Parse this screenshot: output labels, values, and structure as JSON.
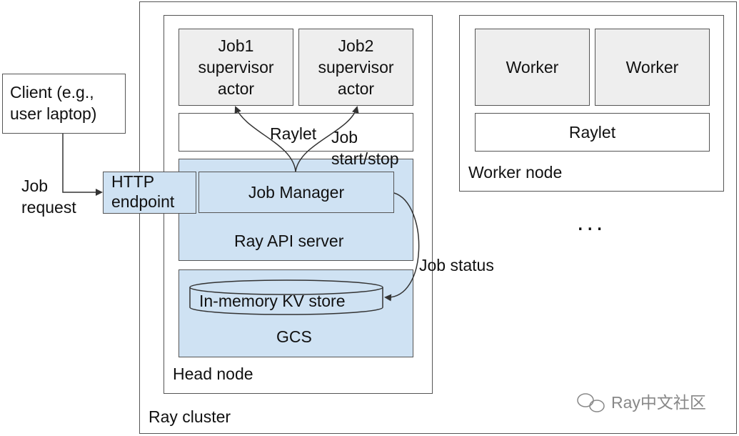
{
  "client": {
    "label": "Client (e.g.,\nuser laptop)"
  },
  "job_request": {
    "label": "Job\nrequest"
  },
  "http_endpoint": {
    "label": "HTTP\nendpoint"
  },
  "ray_cluster": {
    "label": "Ray cluster"
  },
  "head_node": {
    "label": "Head node",
    "job1_actor": "Job1\nsupervisor\nactor",
    "job2_actor": "Job2\nsupervisor\nactor",
    "raylet": "Raylet",
    "job_manager": "Job Manager",
    "api_server": "Ray API server",
    "kv_store": "In-memory KV store",
    "gcs": "GCS"
  },
  "worker_node": {
    "label": "Worker node",
    "worker1": "Worker",
    "worker2": "Worker",
    "raylet": "Raylet"
  },
  "ellipsis": "...",
  "edges": {
    "job_start_stop": "Job\nstart/stop",
    "job_status": "Job status"
  },
  "watermark": "Ray中文社区",
  "colors": {
    "blue_fill": "#cfe2f3",
    "gray_fill": "#eeeeee",
    "border": "#555555"
  }
}
